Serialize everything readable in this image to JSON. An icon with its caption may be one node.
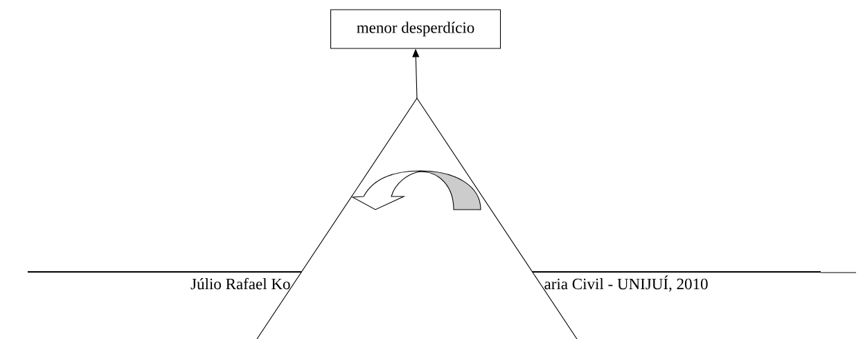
{
  "diagram": {
    "nodes": [
      {
        "text": [
          "menor desperdício"
        ]
      },
      {
        "text": [],
        "shape": "triangle"
      }
    ],
    "edges": [
      {
        "from": 1,
        "to": 0,
        "arrow": "to"
      }
    ],
    "labels": [
      "Júlio Rafael Ko",
      "aria Civil - UNIJUÍ, 2010"
    ]
  }
}
